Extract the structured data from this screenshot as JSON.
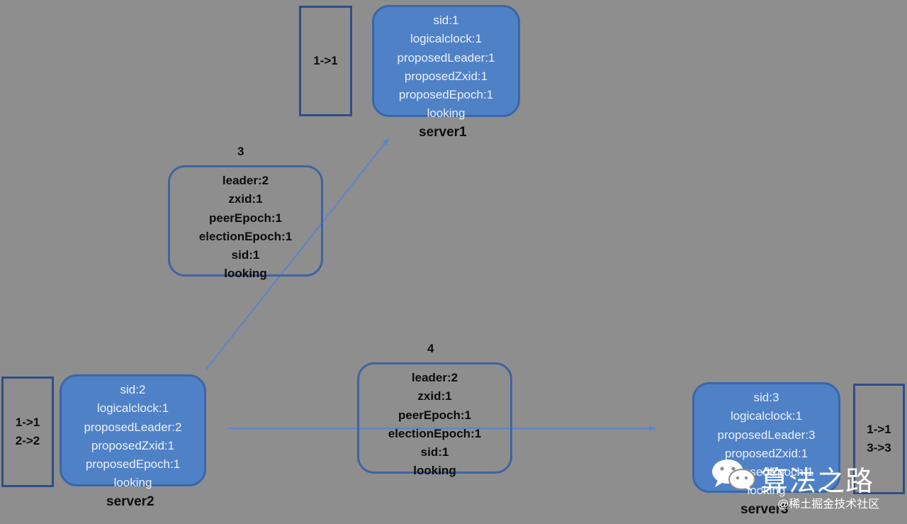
{
  "servers": {
    "server1": {
      "lines": [
        "sid:1",
        "logicalclock:1",
        "proposedLeader:1",
        "proposedZxid:1",
        "proposedEpoch:1",
        "looking"
      ],
      "label": "server1",
      "votes": [
        "1->1"
      ]
    },
    "server2": {
      "lines": [
        "sid:2",
        "logicalclock:1",
        "proposedLeader:2",
        "proposedZxid:1",
        "proposedEpoch:1",
        "looking"
      ],
      "label": "server2",
      "votes": [
        "1->1",
        "2->2"
      ]
    },
    "server3": {
      "lines": [
        "sid:3",
        "logicalclock:1",
        "proposedLeader:3",
        "proposedZxid:1",
        "proposedEpoch:1",
        "looking"
      ],
      "label": "server3",
      "votes": [
        "1->1",
        "3->3"
      ]
    }
  },
  "messages": {
    "msg3": {
      "number": "3",
      "lines": [
        "leader:2",
        "zxid:1",
        "peerEpoch:1",
        "electionEpoch:1",
        "sid:1",
        "looking"
      ]
    },
    "msg4": {
      "number": "4",
      "lines": [
        "leader:2",
        "zxid:1",
        "peerEpoch:1",
        "electionEpoch:1",
        "sid:1",
        "looking"
      ]
    }
  },
  "watermark": {
    "title": "算法之路",
    "subtitle": "@稀土掘金技术社区",
    "icon": "wechat-icon"
  },
  "colors": {
    "background": "#8e8e8e",
    "server_fill": "#4f81c7",
    "arrow": "#5b86c4"
  }
}
